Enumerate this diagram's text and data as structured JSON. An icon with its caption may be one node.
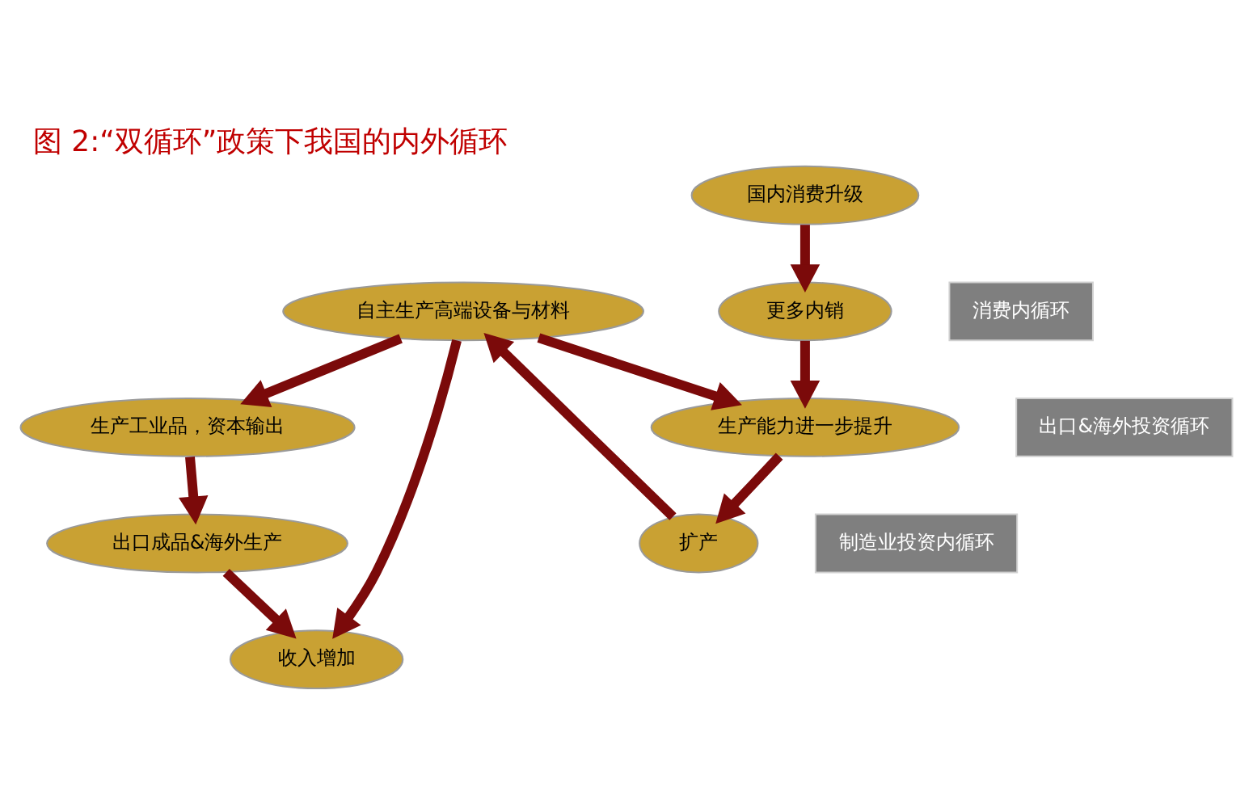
{
  "diagram": {
    "title": "图 2:“双循环”政策下我国的内外循环",
    "nodes": [
      {
        "text": [
          "生产工业品，资本输出"
        ]
      },
      {
        "text": [
          "出口成品&海外生产"
        ]
      },
      {
        "text": [
          "扩产"
        ]
      },
      {
        "text": [
          "自主生产高端设备与材料"
        ]
      },
      {
        "text": [
          "收入增加"
        ]
      },
      {
        "text": [
          "国内消费升级"
        ]
      },
      {
        "text": [
          "生产能力进一步提升"
        ]
      },
      {
        "text": [
          "更多内销"
        ]
      },
      {
        "text": [
          "出口&海外投资循环"
        ]
      },
      {
        "text": [
          "制造业投资内循环"
        ]
      },
      {
        "text": [
          "消费内循环"
        ]
      }
    ],
    "edges": [
      {
        "from": 0,
        "to": 1,
        "arrow": "to"
      },
      {
        "from": 1,
        "to": 4,
        "arrow": "to"
      },
      {
        "from": 3,
        "to": 0,
        "arrow": "to"
      },
      {
        "from": 2,
        "to": 3,
        "arrow": "to"
      },
      {
        "from": 3,
        "to": 4,
        "arrow": "to"
      },
      {
        "from": 3,
        "to": 6,
        "arrow": "to"
      },
      {
        "from": 6,
        "to": 2,
        "arrow": "to"
      },
      {
        "from": 5,
        "to": 7,
        "arrow": "to"
      },
      {
        "from": 7,
        "to": 6,
        "arrow": "to"
      }
    ]
  }
}
